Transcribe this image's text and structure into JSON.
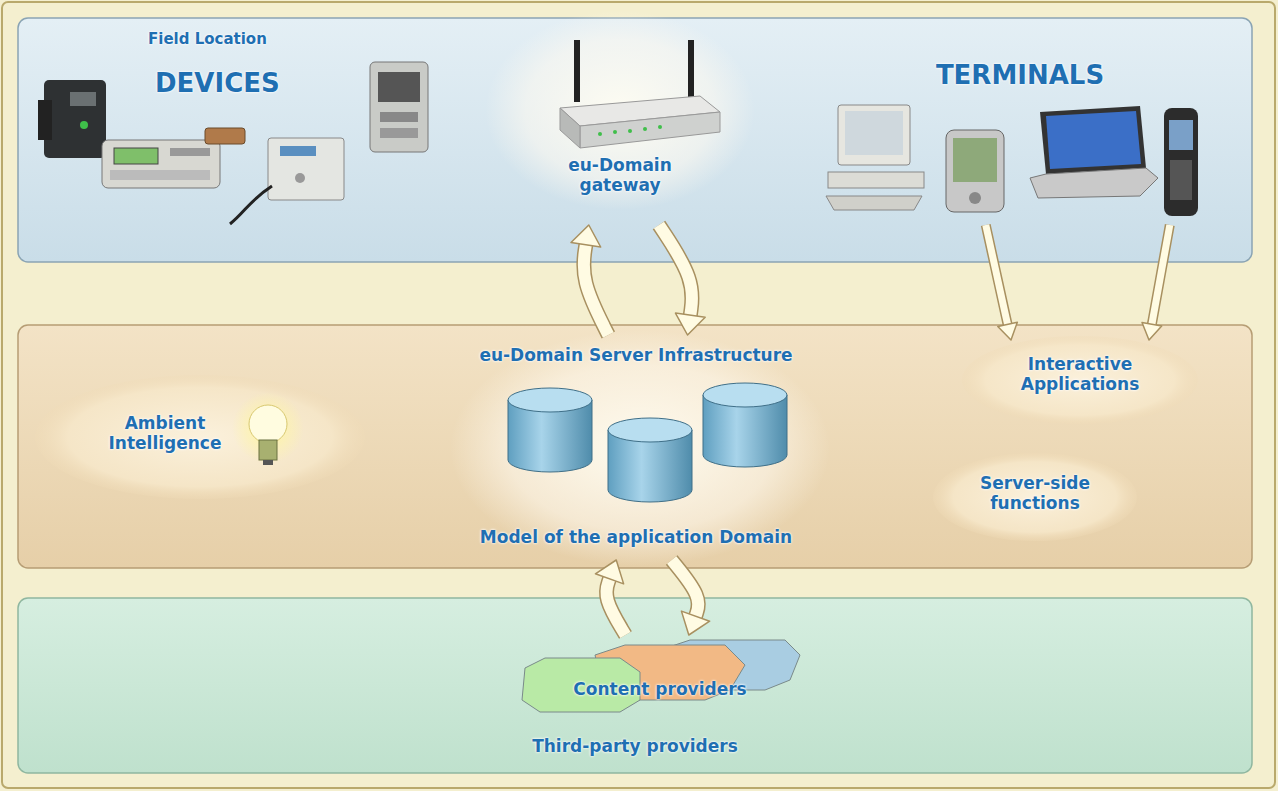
{
  "diagram": {
    "nodes": [
      {
        "text": [
          "Field Location"
        ]
      },
      {
        "text": [
          "eu-Domain gateway"
        ],
        "in": 0
      },
      {
        "text": [
          "TERMINALS"
        ],
        "in": 0
      },
      {
        "text": [
          "Ambient Intelligence"
        ]
      },
      {
        "text": [
          "eu-Domain Server Infrastructure",
          "Model of the application Domain"
        ]
      },
      {
        "text": [
          "Interactive Applications"
        ]
      },
      {
        "text": [
          "Server-side functions"
        ]
      },
      {
        "text": [
          "Third-party providers"
        ]
      },
      {
        "text": [
          "Content providers"
        ],
        "in": 7
      }
    ],
    "edges": [
      {
        "from": 4,
        "to": 1,
        "arrow": "to"
      },
      {
        "from": 1,
        "to": 4,
        "arrow": "to"
      },
      {
        "from": 2,
        "to": 5,
        "arrow": "to"
      },
      {
        "from": 2,
        "to": 5,
        "arrow": "to"
      },
      {
        "from": 8,
        "to": 4,
        "arrow": "to"
      },
      {
        "from": 4,
        "to": 8,
        "arrow": "to"
      }
    ],
    "labels": [
      "DEVICES"
    ]
  }
}
